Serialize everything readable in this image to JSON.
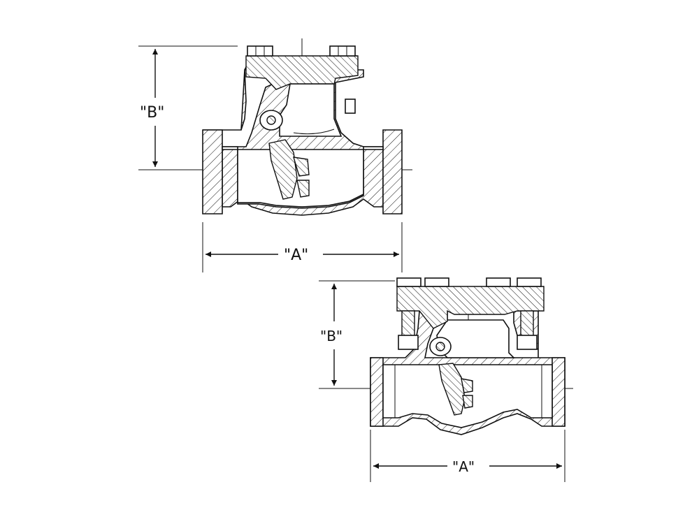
{
  "views": [
    {
      "id": "threaded-end",
      "dim_a_label": "\"A\"",
      "dim_b_label": "\"B\""
    },
    {
      "id": "socket-weld",
      "dim_a_label": "\"A\"",
      "dim_b_label": "\"B\""
    }
  ]
}
